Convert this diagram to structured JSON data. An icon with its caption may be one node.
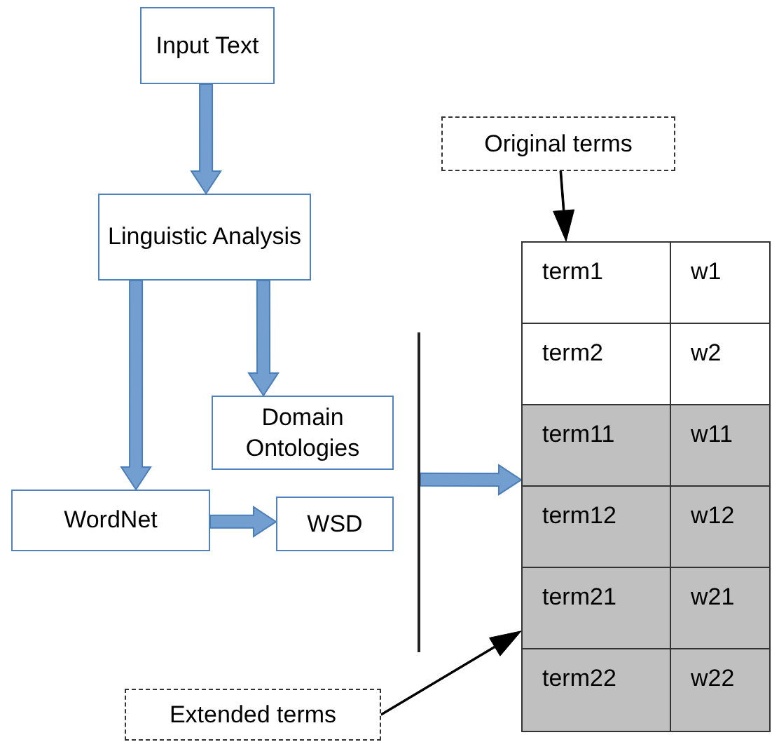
{
  "diagram": {
    "nodes": [
      {
        "text": [
          "Input Text"
        ]
      },
      {
        "text": [
          "Linguistic Analysis"
        ]
      },
      {
        "text": [
          "Domain Ontologies"
        ]
      },
      {
        "text": [
          "WordNet"
        ]
      },
      {
        "text": [
          "WSD"
        ]
      },
      {
        "text": [
          "Original terms"
        ]
      },
      {
        "text": [
          "Extended terms"
        ]
      },
      {
        "text": [],
        "shape": "box"
      },
      {
        "text": [],
        "shape": "bar"
      }
    ],
    "edges": [
      {
        "from": 0,
        "to": 1,
        "arrow": "to"
      },
      {
        "from": 1,
        "to": 3,
        "arrow": "to"
      },
      {
        "from": 1,
        "to": 2,
        "arrow": "to"
      },
      {
        "from": 3,
        "to": 4,
        "arrow": "to"
      },
      {
        "from": 8,
        "to": 7,
        "arrow": "to"
      },
      {
        "from": 5,
        "to": 7,
        "arrow": "to",
        "color": "#000000"
      },
      {
        "from": 6,
        "to": 7,
        "arrow": "to",
        "color": "#000000"
      }
    ],
    "labels": [
      "term1",
      "w1",
      "term2",
      "w2",
      "term11",
      "w11",
      "term12",
      "w12",
      "term21",
      "w21",
      "term22",
      "w22"
    ]
  }
}
